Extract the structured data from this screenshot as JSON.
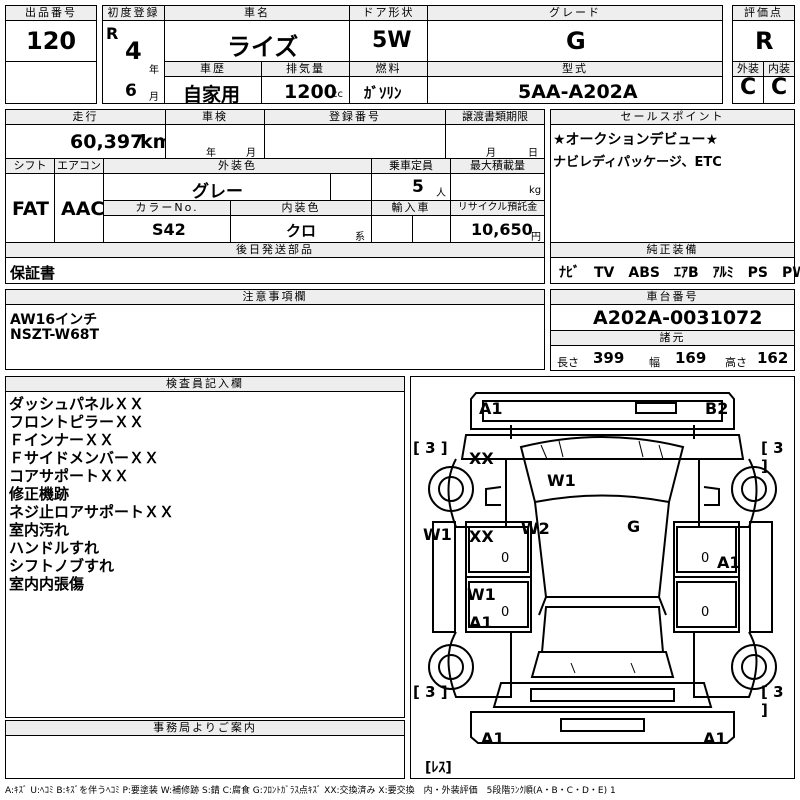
{
  "header": {
    "lot_label": "出品番号",
    "lot_value": "120",
    "reg_label": "初度登録",
    "era": "R",
    "reg_year": "4",
    "year_unit": "年",
    "reg_month": "6",
    "month_unit": "月",
    "name_label": "車名",
    "name_value": "ライズ",
    "history_label": "車歴",
    "history_value": "自家用",
    "disp_label": "排気量",
    "disp_value": "1200",
    "disp_unit": "cc",
    "door_label": "ドア形状",
    "door_value": "5W",
    "fuel_label": "燃料",
    "fuel_value": "ｶﾞｿﾘﾝ",
    "grade_label": "グレード",
    "grade_value": "G",
    "model_label": "型式",
    "model_value": "5AA-A202A",
    "score_label": "評価点",
    "score_value": "R",
    "ext_label": "外装",
    "ext_value": "C",
    "int_label": "内装",
    "int_value": "C"
  },
  "row2": {
    "mileage_label": "走行",
    "mileage_value": "60,397",
    "mileage_unit": "km",
    "inspection_label": "車検",
    "inspection_year": "年",
    "inspection_month": "月",
    "regno_label": "登録番号",
    "transfer_label": "譲渡書類期限",
    "transfer_month": "月",
    "transfer_day": "日",
    "shift_label": "シフト",
    "shift_value": "FAT",
    "ac_label": "エアコン",
    "ac_value": "AAC",
    "color_label": "外装色",
    "color_value": "グレー",
    "capacity_label": "乗車定員",
    "capacity_value": "5",
    "capacity_unit": "人",
    "load_label": "最大積載量",
    "load_unit": "kg",
    "colorno_label": "カラーNo.",
    "colorno_value": "S42",
    "interior_label": "内装色",
    "interior_value": "クロ",
    "interior_unit": "系",
    "import_label": "輸入車",
    "recycle_label": "リサイクル預託金",
    "recycle_value": "10,650",
    "recycle_unit": "円",
    "sales_label": "セールスポイント",
    "sales_line1": "★オークションデビュー★",
    "sales_line2": "ナビレディパッケージ、ETC",
    "later_label": "後日発送部品",
    "later_value": "保証書",
    "equip_label": "純正装備",
    "equip_value": "ﾅﾋﾞ　TV　ABS　ｴｱB　ｱﾙﾐ　PS　PW"
  },
  "notes": {
    "label": "注意事項欄",
    "line1": "AW16インチ",
    "line2": "NSZT-W68T"
  },
  "chassis": {
    "label": "車台番号",
    "value": "A202A-0031072",
    "spec_label": "諸元",
    "length_label": "長さ",
    "length_value": "399",
    "width_label": "幅",
    "width_value": "169",
    "height_label": "高さ",
    "height_value": "162"
  },
  "inspector": {
    "label": "検査員記入欄",
    "lines": [
      "ダッシュパネルＸＸ",
      "フロントピラーＸＸ",
      "ＦインナーＸＸ",
      "ＦサイドメンバーＸＸ",
      "コアサポートＸＸ",
      "修正機跡",
      "ネジ止ロアサポートＸＸ",
      "室内汚れ",
      "ハンドルすれ",
      "シフトノブすれ",
      "室内内張傷"
    ]
  },
  "office": {
    "label": "事務局よりご案内"
  },
  "diagram": {
    "marks": {
      "fl_corner": "A1",
      "fr_corner": "B2",
      "tire_tl": "[ 3 ]",
      "tire_tr": "[ 3 ]",
      "tire_bl": "[ 3 ]",
      "tire_br": "[ 3 ]",
      "hood_left": "XX",
      "windshield": "W1",
      "roof_g": "G",
      "left_w1": "W1",
      "left_xx": "XX",
      "left_w2": "W2",
      "right_a1": "A1",
      "rear_w1": "W1",
      "rear_left_a1": "A1",
      "bottom_left": "A1",
      "bottom_right": "A1",
      "zero1": "0",
      "zero2": "0",
      "zero3": "0",
      "zero4": "0",
      "less": "[ﾚｽ]"
    }
  },
  "footer": {
    "legend": "A:ｷｽﾞ U:ﾍｺﾐ B:ｷｽﾞを伴うﾍｺﾐ P:要塗装 W:補修跡 S:錆 C:腐食 G:ﾌﾛﾝﾄｶﾞﾗｽ点ｷｽﾞ XX:交換済み X:要交換　内・外装評価　5段階ﾗﾝｸ順(A・B・C・D・E) 1"
  }
}
